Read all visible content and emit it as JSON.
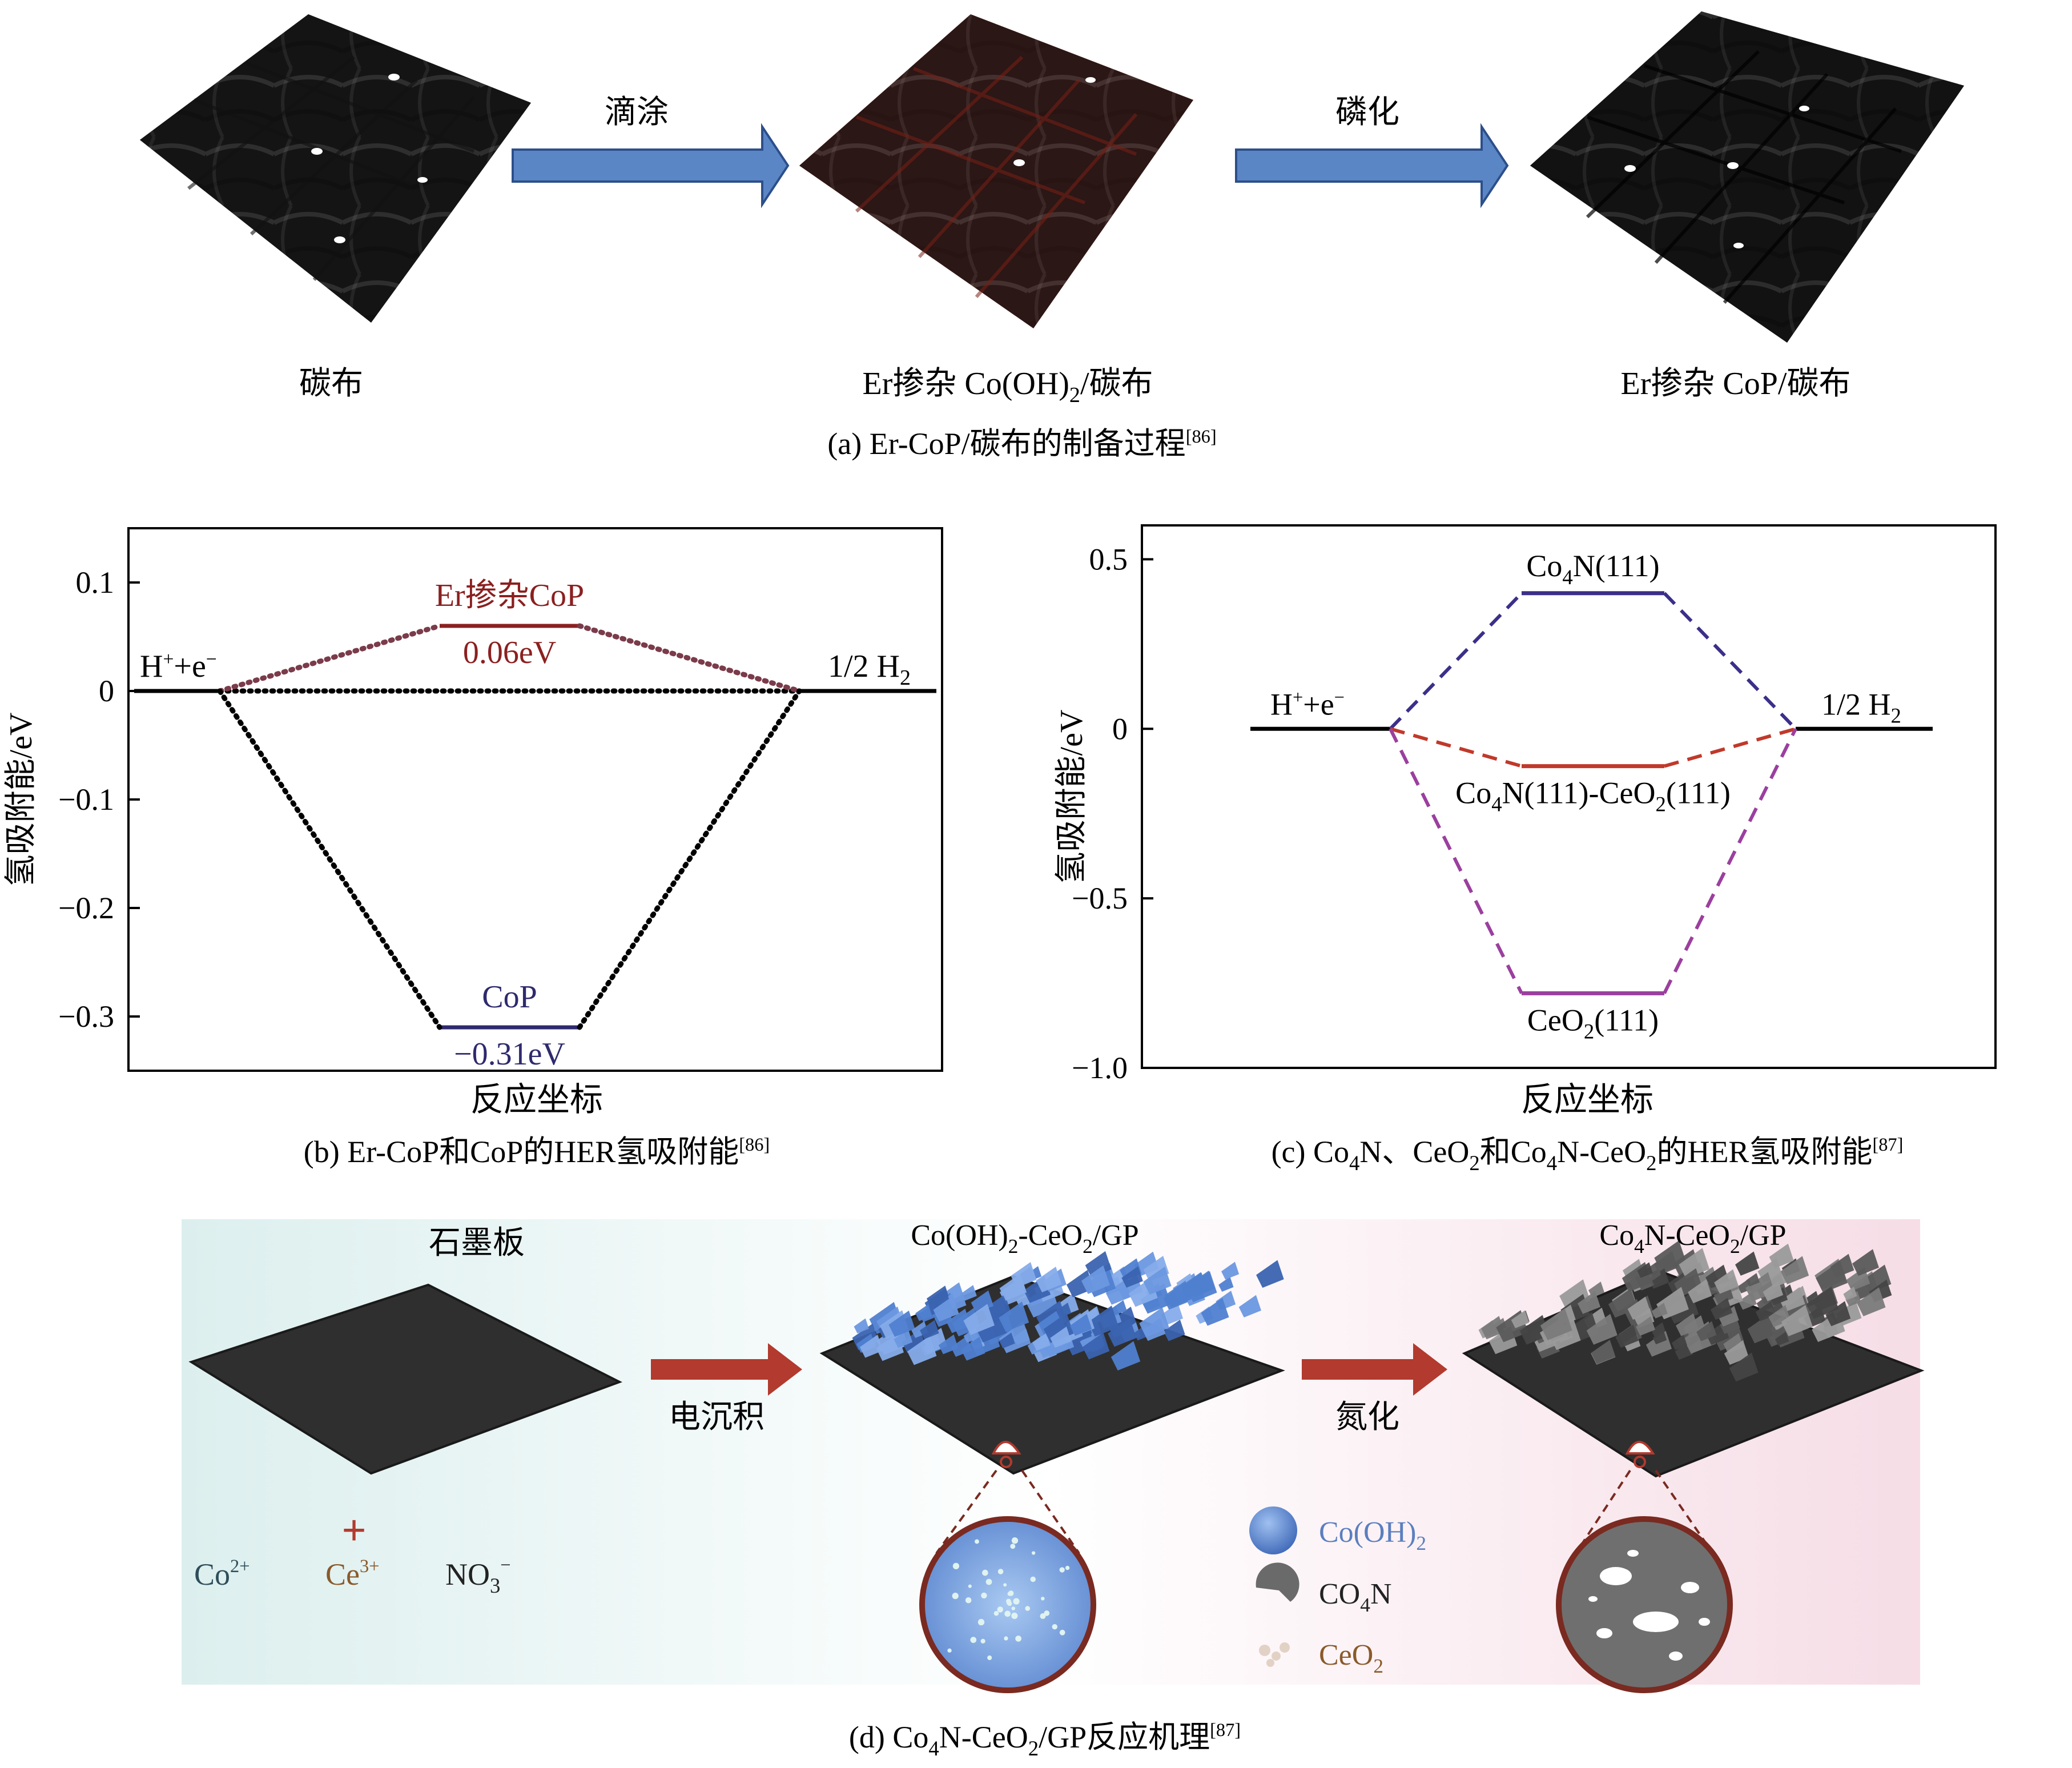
{
  "panel_a": {
    "label_cloth": "碳布",
    "arrow1_label": "滴涂",
    "label_mid_pre": "Er掺杂 Co(OH)",
    "label_mid_sub": "2",
    "label_mid_post": "/碳布",
    "arrow2_label": "磷化",
    "label_right": "Er掺杂 CoP/碳布",
    "caption_main": "(a) Er-CoP/碳布的制备过程",
    "caption_ref": "[86]",
    "colors": {
      "cloth_dark": "#2a2a2a",
      "cloth_red": "#c0392b",
      "arrow_blue": "#5b86c6"
    }
  },
  "panel_b": {
    "caption_main": "(b) Er-CoP和CoP的HER氢吸附能",
    "caption_ref": "[86]",
    "chart_data": {
      "type": "energy-level diagram",
      "ylabel": "氢吸附能/eV",
      "xlabel": "反应坐标",
      "ylim": [
        -0.35,
        0.15
      ],
      "yticks": [
        "0.1",
        "0",
        "−0.1",
        "−0.2",
        "−0.3"
      ],
      "ytick_values": [
        0.1,
        0,
        -0.1,
        -0.2,
        -0.3
      ],
      "levels": [
        {
          "label_main": "H",
          "label_sup": "+",
          "label_rest": "+e",
          "label_sup2": "−",
          "energy": 0.0,
          "color": "#000000",
          "position": "left"
        },
        {
          "label": "Er掺杂CoP",
          "value_label": "0.06eV",
          "energy": 0.06,
          "color": "#8b2020",
          "position": "middle"
        },
        {
          "label": "CoP",
          "value_label": "−0.31eV",
          "energy": -0.31,
          "color": "#2e2a6e",
          "position": "middle"
        },
        {
          "label_main": "1/2 H",
          "label_sub": "2",
          "energy": 0.0,
          "color": "#000000",
          "position": "right"
        }
      ]
    }
  },
  "panel_c": {
    "caption_pre": "(c) Co",
    "caption_s1": "4",
    "caption_m1": "N、CeO",
    "caption_s2": "2",
    "caption_m2": "和Co",
    "caption_s3": "4",
    "caption_m3": "N-CeO",
    "caption_s4": "2",
    "caption_post": "的HER氢吸附能",
    "caption_ref": "[87]",
    "chart_data": {
      "type": "energy-level diagram",
      "ylabel": "氢吸附能/eV",
      "xlabel": "反应坐标",
      "ylim": [
        -1.0,
        0.6
      ],
      "yticks": [
        "0.5",
        "0",
        "−0.5",
        "−1.0"
      ],
      "ytick_values": [
        0.5,
        0,
        -0.5,
        -1.0
      ],
      "levels": [
        {
          "label_main": "H",
          "label_sup": "+",
          "label_rest": "+e",
          "label_sup2": "−",
          "energy": 0.0,
          "color": "#000000",
          "position": "left"
        },
        {
          "label_a": "Co",
          "label_a_sub": "4",
          "label_b": "N(111)",
          "energy": 0.4,
          "color": "#3b2f8a"
        },
        {
          "label_a": "Co",
          "label_a_sub": "4",
          "label_b": "N(111)-CeO",
          "label_b_sub": "2",
          "label_c": "(111)",
          "energy": -0.11,
          "color": "#c0392b"
        },
        {
          "label_a": "CeO",
          "label_a_sub": "2",
          "label_b": "(111)",
          "energy": -0.78,
          "color": "#9b3f9e"
        },
        {
          "label_main": "1/2 H",
          "label_sub": "2",
          "energy": 0.0,
          "color": "#000000",
          "position": "right"
        }
      ]
    }
  },
  "panel_d": {
    "label_plate": "石墨板",
    "ion_co": "Co",
    "ion_co_sup": "2+",
    "ion_ce": "Ce",
    "ion_ce_sup": "3+",
    "ion_no": "NO",
    "ion_no_sub": "3",
    "ion_no_sup": "−",
    "plus_sign": "+",
    "arrow1_label": "电沉积",
    "arrow2_label": "氮化",
    "title_mid_a": "Co(OH)",
    "title_mid_s1": "2",
    "title_mid_b": "-CeO",
    "title_mid_s2": "2",
    "title_mid_c": "/GP",
    "title_right_a": "Co",
    "title_right_s1": "4",
    "title_right_b": "N-CeO",
    "title_right_s2": "2",
    "title_right_c": "/GP",
    "legend": [
      {
        "text": "Co(OH)",
        "sub": "2",
        "color": "#5b7fbf",
        "icon": "blue-sphere-icon"
      },
      {
        "text": "CO",
        "sub": "4",
        "tail": "N",
        "color": "#222222",
        "icon": "gray-blob-icon"
      },
      {
        "text": "CeO",
        "sub": "2",
        "color": "#8a5a2b",
        "icon": "ceo2-cluster-icon"
      }
    ],
    "caption_pre": "(d) Co",
    "caption_s1": "4",
    "caption_m1": "N-CeO",
    "caption_s2": "2",
    "caption_post": "/GP反应机理",
    "caption_ref": "[87]",
    "colors": {
      "arrow_red": "#b23a2e",
      "plate": "#2f2f2f",
      "blue": "#4f7fd0",
      "gray": "#6a6a6a",
      "ce_brown": "#8a5a2b"
    }
  }
}
